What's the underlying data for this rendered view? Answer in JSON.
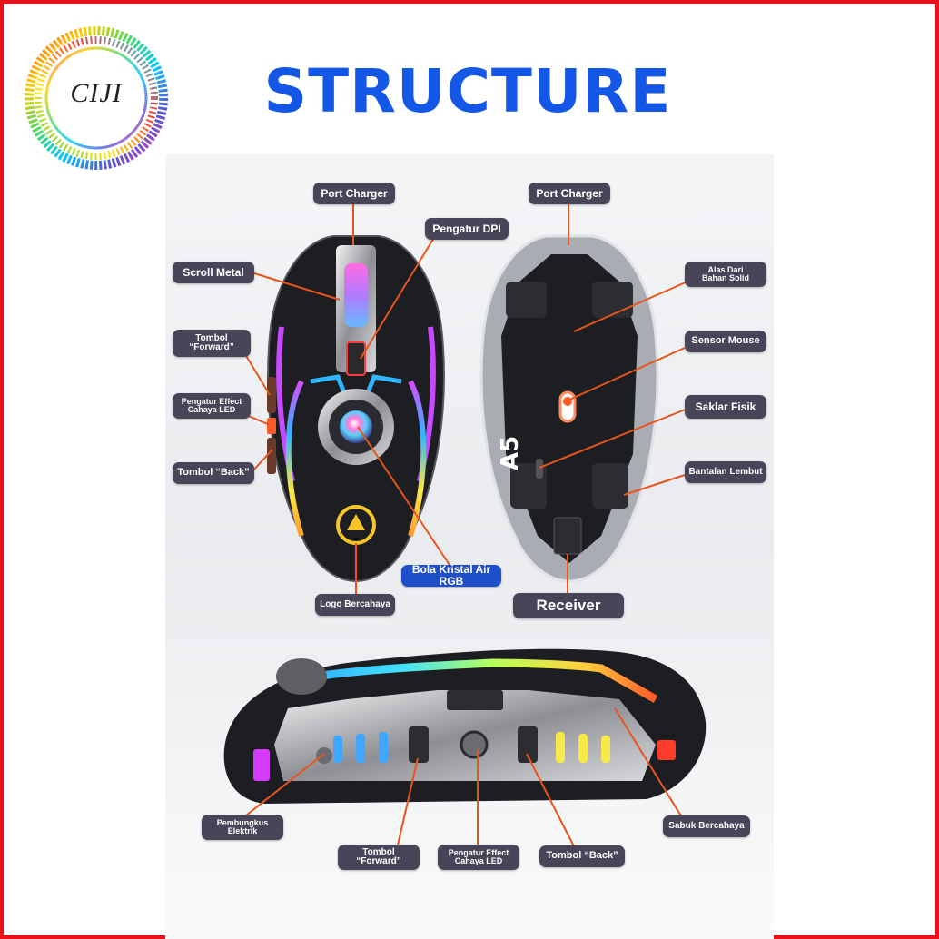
{
  "logo": {
    "text": "CIJI"
  },
  "title": "STRUCTURE",
  "top_view": {
    "port_charger": "Port Charger",
    "pengatur_dpi": "Pengatur DPI",
    "scroll_metal": "Scroll Metal",
    "tombol_forward": "Tombol\n“Forward”",
    "pengatur_effect": "Pengatur Effect\nCahaya LED",
    "tombol_back": "Tombol “Back”",
    "bola_kristal": "Bola Kristal Air RGB",
    "logo_bercahaya": "Logo Bercahaya"
  },
  "bottom_view": {
    "port_charger": "Port Charger",
    "alas_dari": "Alas Dari\nBahan Solid",
    "sensor_mouse": "Sensor Mouse",
    "saklar_fisik": "Saklar Fisik",
    "bantalan_lembut": "Bantalan Lembut",
    "receiver": "Receiver",
    "model": "A5"
  },
  "side_view": {
    "pembungkus": "Pembungkus\nElektrik",
    "tombol_forward": "Tombol\n“Forward”",
    "pengatur_effect": "Pengatur Effect\nCahaya LED",
    "tombol_back": "Tombol “Back”",
    "sabuk": "Sabuk Bercahaya"
  },
  "colors": {
    "border": "#e8111a",
    "title": "#1457e6",
    "tag": "#4a4459",
    "tag_highlight": "#1f4fc8",
    "leader": "#e8541c"
  }
}
